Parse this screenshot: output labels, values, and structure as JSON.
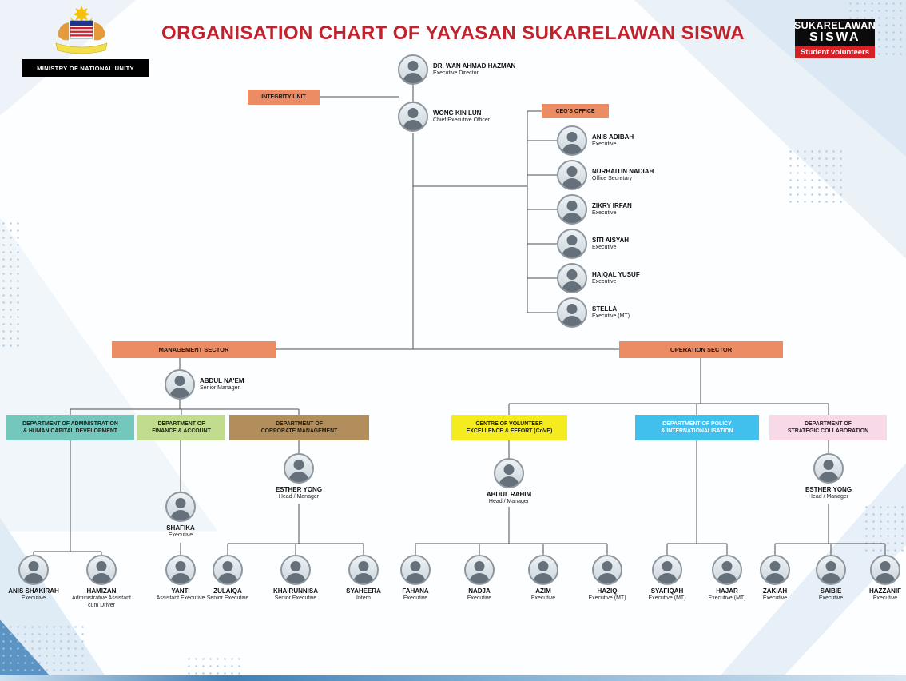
{
  "colors": {
    "title": "#C2222B",
    "unit_box": "#EB8C65",
    "logo_red": "#D42027"
  },
  "header": {
    "title": "ORGANISATION CHART OF YAYASAN SUKARELAWAN SISWA",
    "ministry": "MINISTRY OF NATIONAL UNITY",
    "logo": {
      "line1": "SUKARELAWAN",
      "line2": "SISWA",
      "tagline": "Student volunteers"
    }
  },
  "labels": {
    "integrity_unit": "INTEGRITY UNIT",
    "ceo_office": "CEO'S OFFICE",
    "management_sector": "MANAGEMENT SECTOR",
    "operation_sector": "OPERATION SECTOR"
  },
  "leaders": {
    "executive_director": {
      "name": "DR. WAN AHMAD HAZMAN",
      "title": "Executive Director"
    },
    "ceo": {
      "name": "WONG KIN LUN",
      "title": "Chief Executive Officer"
    },
    "senior_manager": {
      "name": "ABDUL NA'EM",
      "title": "Senior Manager"
    }
  },
  "ceo_office_members": [
    {
      "name": "ANIS ADIBAH",
      "title": "Executive"
    },
    {
      "name": "NURBAITIN NADIAH",
      "title": "Office Secretary"
    },
    {
      "name": "ZIKRY IRFAN",
      "title": "Executive"
    },
    {
      "name": "SITI AISYAH",
      "title": "Executive"
    },
    {
      "name": "HAIQAL YUSUF",
      "title": "Executive"
    },
    {
      "name": "STELLA",
      "title": "Executive (MT)"
    }
  ],
  "departments": [
    {
      "line1": "DEPARTMENT OF ADMINISTRATION",
      "line2": "& HUMAN CAPITAL DEVELOPMENT",
      "color": "#74C7BC",
      "text": "#17211f"
    },
    {
      "line1": "DEPARTMENT OF",
      "line2": "FINANCE & ACCOUNT",
      "color": "#C1DC8E",
      "text": "#1d2413"
    },
    {
      "line1": "DEPARTMENT OF",
      "line2": "CORPORATE MANAGEMENT",
      "color": "#B28E5C",
      "text": "#241a0d"
    },
    {
      "line1": "CENTRE OF VOLUNTEER",
      "line2": "EXCELLENCE & EFFORT (CoVE)",
      "color": "#F5EC1F",
      "text": "#23220a"
    },
    {
      "line1": "DEPARTMENT OF POLICY",
      "line2": "& INTERNATIONALISATION",
      "color": "#41C0EE",
      "text": "#ffffff"
    },
    {
      "line1": "DEPARTMENT OF",
      "line2": "STRATEGIC COLLABORATION",
      "color": "#F8D9E8",
      "text": "#2a1b22"
    }
  ],
  "heads": {
    "corporate": {
      "name": "ESTHER YONG",
      "title": "Head / Manager"
    },
    "cove": {
      "name": "ABDUL RAHIM",
      "title": "Head / Manager"
    },
    "strategic": {
      "name": "ESTHER YONG",
      "title": "Head / Manager"
    },
    "finance": {
      "name": "SHAFIKA",
      "title": "Executive"
    }
  },
  "staff": [
    {
      "name": "ANIS SHAKIRAH",
      "title": "Executive"
    },
    {
      "name": "HAMIZAN",
      "title": "Administrative Assistant cum Driver"
    },
    {
      "name": "YANTI",
      "title": "Assistant Executive"
    },
    {
      "name": "ZULAIQA",
      "title": "Senior Executive"
    },
    {
      "name": "KHAIRUNNISA",
      "title": "Senior Executive"
    },
    {
      "name": "SYAHEERA",
      "title": "Intern"
    },
    {
      "name": "FAHANA",
      "title": "Executive"
    },
    {
      "name": "NADJA",
      "title": "Executive"
    },
    {
      "name": "AZIM",
      "title": "Executive"
    },
    {
      "name": "HAZIQ",
      "title": "Executive (MT)"
    },
    {
      "name": "SYAFIQAH",
      "title": "Executive (MT)"
    },
    {
      "name": "HAJAR",
      "title": "Executive (MT)"
    },
    {
      "name": "ZAKIAH",
      "title": "Executive"
    },
    {
      "name": "SAIBIE",
      "title": "Executive"
    },
    {
      "name": "HAZZANIF",
      "title": "Executive"
    }
  ]
}
